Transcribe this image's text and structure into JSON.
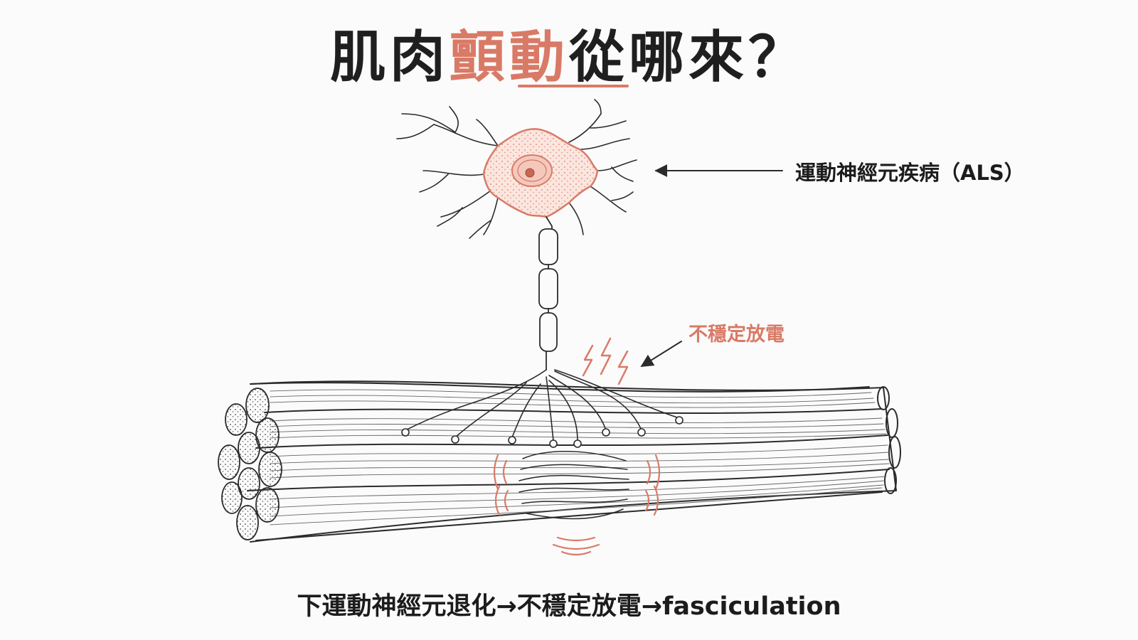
{
  "title": {
    "part1": "肌肉",
    "highlight": "顫動",
    "part2": "從哪來？"
  },
  "labels": {
    "als": "運動神經元疾病（ALS）",
    "discharge": "不穩定放電"
  },
  "caption": "下運動神經元退化→不穩定放電→fasciculation",
  "colors": {
    "accent": "#d97a66",
    "ink": "#1c1c1c"
  }
}
